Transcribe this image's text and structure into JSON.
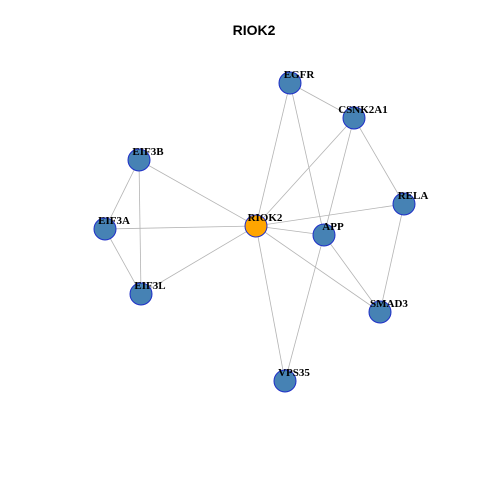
{
  "title": "RIOK2",
  "colors": {
    "center_node": "#FFA500",
    "node": "#4682B4",
    "node_stroke": "#1F2FC8",
    "edge": "#B4B4B4"
  },
  "nodes": [
    {
      "id": "RIOK2",
      "label": "RIOK2",
      "center": true
    },
    {
      "id": "EGFR",
      "label": "EGFR"
    },
    {
      "id": "CSNK2A1",
      "label": "CSNK2A1"
    },
    {
      "id": "EIF3B",
      "label": "EIF3B"
    },
    {
      "id": "RELA",
      "label": "RELA"
    },
    {
      "id": "EIF3A",
      "label": "EIF3A"
    },
    {
      "id": "APP",
      "label": "APP"
    },
    {
      "id": "EIF3L",
      "label": "EIF3L"
    },
    {
      "id": "SMAD3",
      "label": "SMAD3"
    },
    {
      "id": "VPS35",
      "label": "VPS35"
    }
  ],
  "edges": [
    [
      "EGFR",
      "CSNK2A1"
    ],
    [
      "EGFR",
      "RIOK2"
    ],
    [
      "EGFR",
      "APP"
    ],
    [
      "CSNK2A1",
      "RIOK2"
    ],
    [
      "CSNK2A1",
      "APP"
    ],
    [
      "CSNK2A1",
      "RELA"
    ],
    [
      "EIF3B",
      "EIF3A"
    ],
    [
      "EIF3B",
      "EIF3L"
    ],
    [
      "EIF3B",
      "RIOK2"
    ],
    [
      "EIF3A",
      "RIOK2"
    ],
    [
      "EIF3A",
      "EIF3L"
    ],
    [
      "EIF3L",
      "RIOK2"
    ],
    [
      "RIOK2",
      "RELA"
    ],
    [
      "RIOK2",
      "APP"
    ],
    [
      "RIOK2",
      "SMAD3"
    ],
    [
      "RIOK2",
      "VPS35"
    ],
    [
      "APP",
      "SMAD3"
    ],
    [
      "APP",
      "VPS35"
    ],
    [
      "RELA",
      "SMAD3"
    ]
  ]
}
